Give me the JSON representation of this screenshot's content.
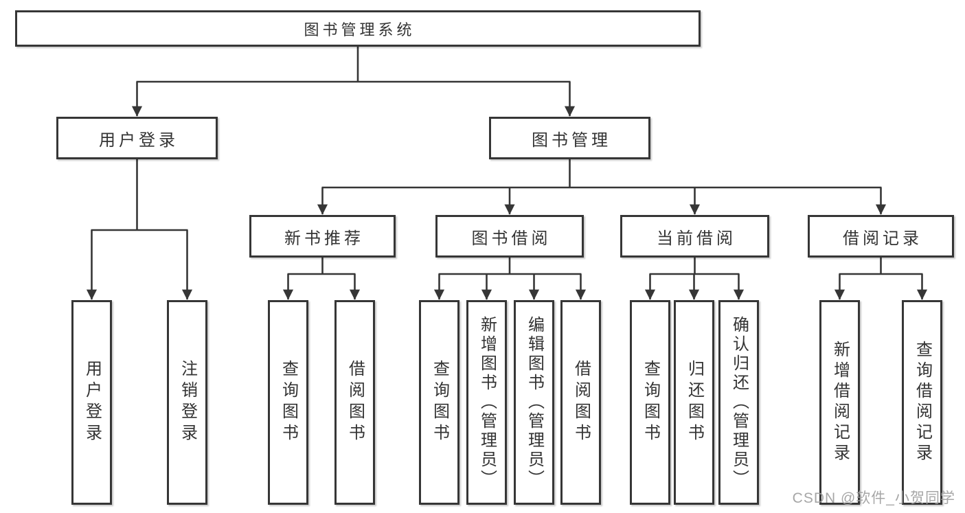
{
  "title": "图书管理系统",
  "nodes": {
    "root": "图书管理系统",
    "user_login": "用户登录",
    "book_mgmt": "图书管理",
    "new_book_rec": "新书推荐",
    "book_borrow": "图书借阅",
    "current_borrow": "当前借阅",
    "borrow_records": "借阅记录",
    "leaf_user_login": "用户登录",
    "leaf_logout": "注销登录",
    "leaf_query_book_rec": "查询图书",
    "leaf_borrow_book_rec": "借阅图书",
    "leaf_query_book_borrow": "查询图书",
    "leaf_add_book_admin": "新增图书（管理员）",
    "leaf_edit_book_admin": "编辑图书（管理员）",
    "leaf_borrow_book_borrow": "借阅图书",
    "leaf_query_book_current": "查询图书",
    "leaf_return_book": "归还图书",
    "leaf_confirm_return_admin": "确认归还（管理员）",
    "leaf_add_borrow_record": "新增借阅记录",
    "leaf_query_borrow_record": "查询借阅记录"
  },
  "watermark": "CSDN @软件_小贺同学",
  "colors": {
    "line": "#363636",
    "text": "#333333",
    "background": "#ffffff",
    "watermark": "#9e9e9e"
  }
}
